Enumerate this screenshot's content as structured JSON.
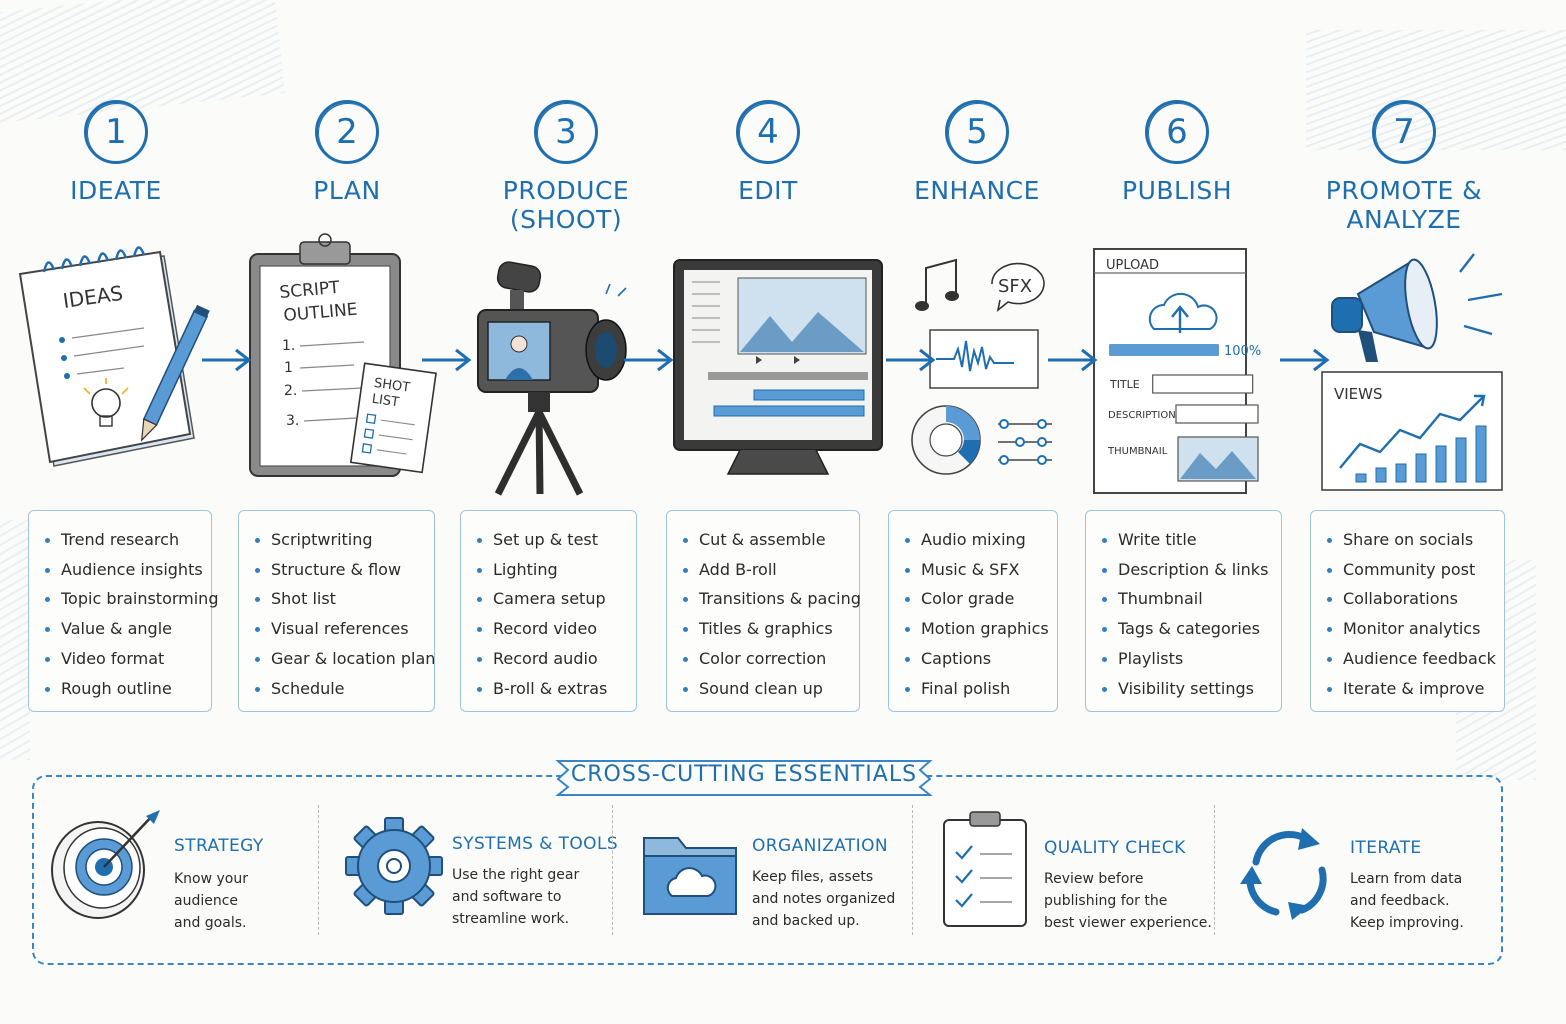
{
  "steps": [
    {
      "num": "1",
      "title": "IDEATE",
      "icon": "notepad-icon",
      "items": [
        "Trend research",
        "Audience insights",
        "Topic brainstorming",
        "Value & angle",
        "Video format",
        "Rough outline"
      ]
    },
    {
      "num": "2",
      "title": "PLAN",
      "icon": "clipboard-icon",
      "items": [
        "Scriptwriting",
        "Structure & flow",
        "Shot list",
        "Visual references",
        "Gear & location plan",
        "Schedule"
      ]
    },
    {
      "num": "3",
      "title": "PRODUCE\n(SHOOT)",
      "icon": "camera-tripod-icon",
      "items": [
        "Set up & test",
        "Lighting",
        "Camera setup",
        "Record video",
        "Record audio",
        "B-roll & extras"
      ]
    },
    {
      "num": "4",
      "title": "EDIT",
      "icon": "editing-monitor-icon",
      "items": [
        "Cut & assemble",
        "Add B-roll",
        "Transitions & pacing",
        "Titles & graphics",
        "Color correction",
        "Sound clean up"
      ]
    },
    {
      "num": "5",
      "title": "ENHANCE",
      "icon": "audio-color-icon",
      "items": [
        "Audio mixing",
        "Music & SFX",
        "Color grade",
        "Motion graphics",
        "Captions",
        "Final polish"
      ]
    },
    {
      "num": "6",
      "title": "PUBLISH",
      "icon": "upload-form-icon",
      "items": [
        "Write title",
        "Description & links",
        "Thumbnail",
        "Tags & categories",
        "Playlists",
        "Visibility settings"
      ]
    },
    {
      "num": "7",
      "title": "PROMOTE &\nANALYZE",
      "icon": "megaphone-chart-icon",
      "items": [
        "Share on socials",
        "Community post",
        "Collaborations",
        "Monitor analytics",
        "Audience feedback",
        "Iterate & improve"
      ]
    }
  ],
  "illustration_labels": {
    "ideas": "IDEAS",
    "script": "SCRIPT",
    "outline": "OUTLINE",
    "outline_nums": [
      "1.",
      "1",
      "2.",
      "3."
    ],
    "shot": "SHOT",
    "list": "LIST",
    "sfx": "SFX",
    "upload": "UPLOAD",
    "progress": "100%",
    "progress_value": 1.0,
    "title_field": "TITLE",
    "description_field": "DESCRIPTION",
    "thumbnail_field": "THUMBNAIL",
    "views": "VIEWS"
  },
  "essentials": {
    "title": "CROSS-CUTTING ESSENTIALS",
    "items": [
      {
        "head": "STRATEGY",
        "text": "Know your audience\nand goals.",
        "icon": "target-icon"
      },
      {
        "head": "SYSTEMS & TOOLS",
        "text": "Use the right gear\nand software to\nstreamline work.",
        "icon": "gear-icon"
      },
      {
        "head": "ORGANIZATION",
        "text": "Keep files, assets\nand notes organized\nand backed up.",
        "icon": "cloud-folder-icon"
      },
      {
        "head": "QUALITY CHECK",
        "text": "Review before\npublishing for the\nbest viewer experience.",
        "icon": "checklist-icon"
      },
      {
        "head": "ITERATE",
        "text": "Learn from data\nand feedback.\nKeep improving.",
        "icon": "cycle-arrows-icon"
      }
    ]
  },
  "colors": {
    "accent": "#1f6fb0",
    "light": "#9fc3e3",
    "fill": "#5b9bd5"
  }
}
